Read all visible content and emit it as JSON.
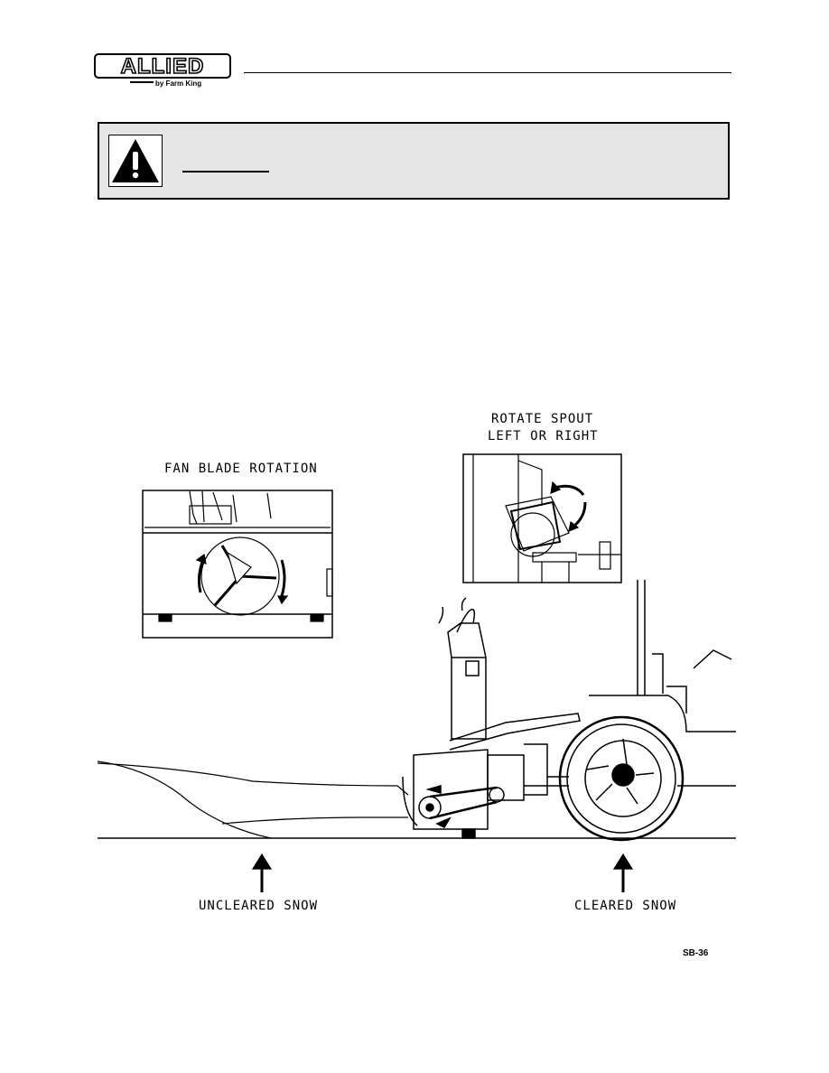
{
  "header": {
    "logo_text": "ALLIED",
    "logo_subtext": "by Farm King"
  },
  "warning": {
    "icon": "warning-triangle-icon",
    "heading": ""
  },
  "figure": {
    "fan_caption": "FAN BLADE ROTATION",
    "spout_caption_line1": "ROTATE SPOUT",
    "spout_caption_line2": "LEFT OR RIGHT",
    "uncleared_label": "UNCLEARED SNOW",
    "cleared_label": "CLEARED SNOW",
    "figure_id": "SB-36"
  }
}
